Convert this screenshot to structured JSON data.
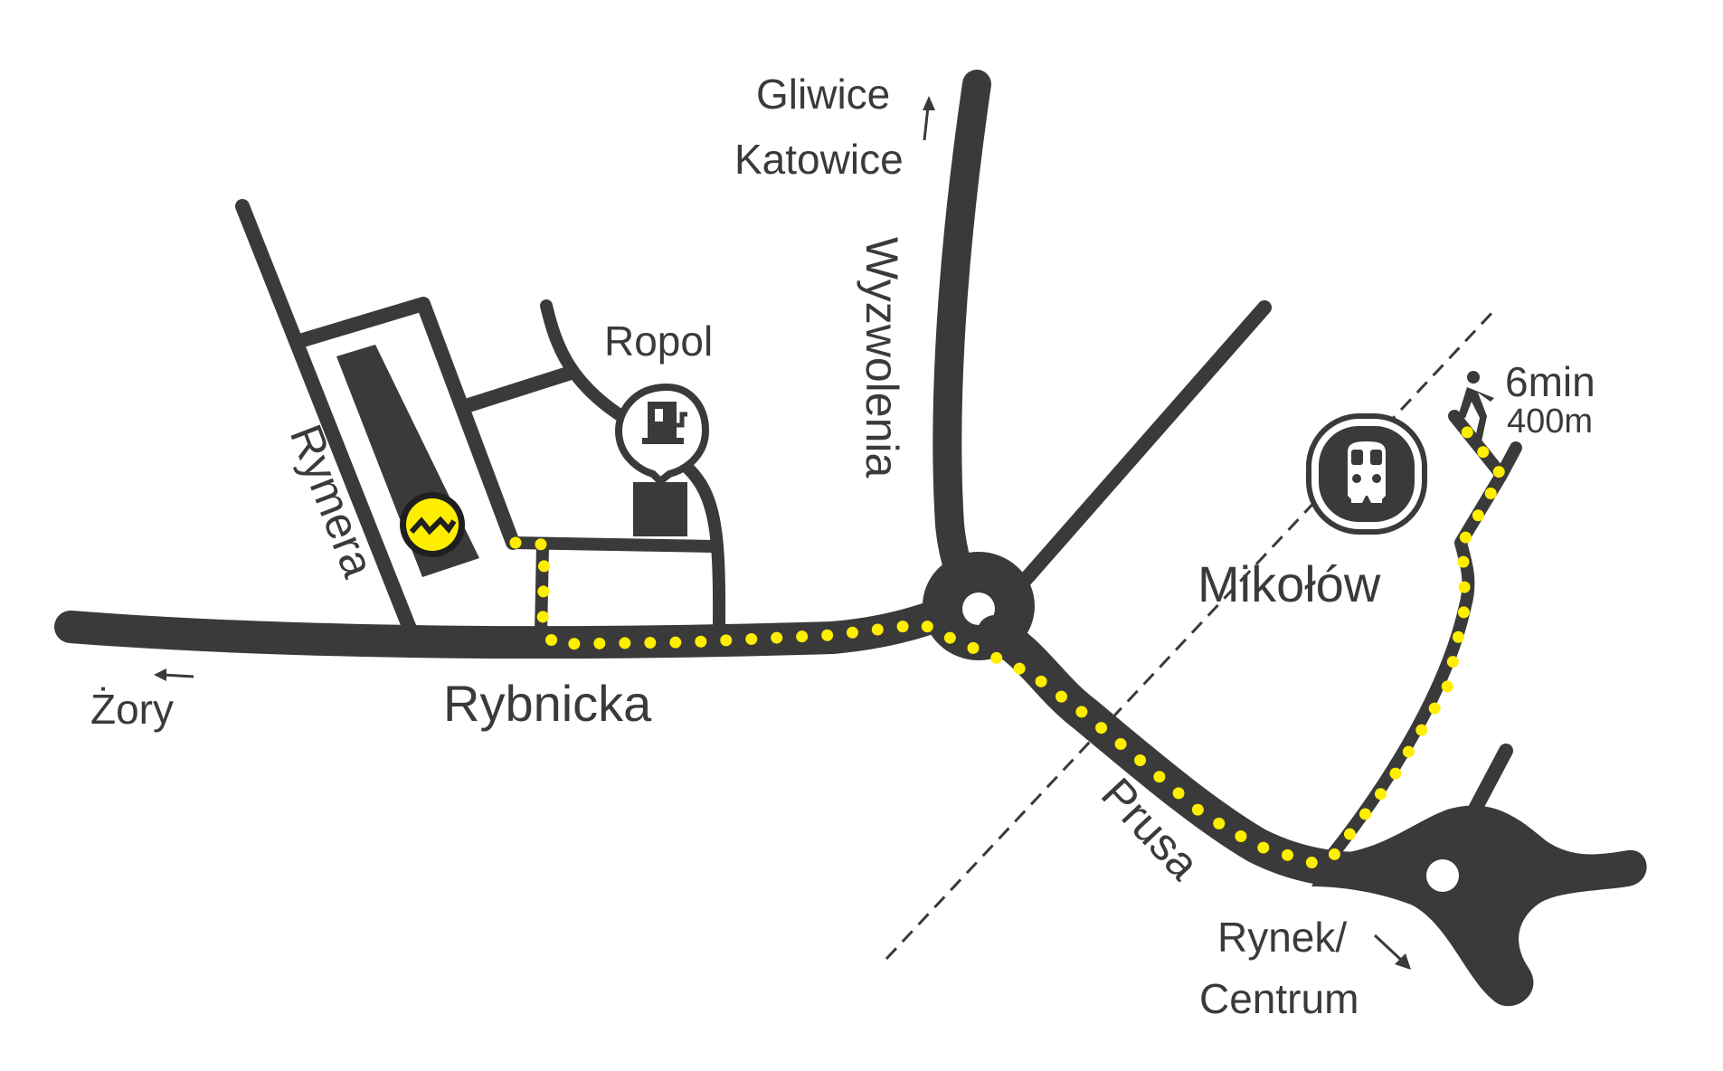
{
  "map": {
    "title": "Mikołów access map",
    "colors": {
      "road": "#3a3a3a",
      "route": "#ffee00",
      "background": "#ffffff"
    },
    "streets": {
      "rybnicka": "Rybnicka",
      "rymera": "Rymera",
      "wyzwolenia": "Wyzwolenia",
      "prusa": "Prusa"
    },
    "destinations": {
      "zory": "Żory",
      "gliwice": "Gliwice",
      "katowice": "Katowice",
      "rynek": "Rynek/",
      "centrum": "Centrum"
    },
    "places": {
      "ropol": "Ropol",
      "mikolow": "Mikołów"
    },
    "walk": {
      "time": "6min",
      "distance": "400m"
    },
    "icons": {
      "destination": "company-logo-icon",
      "fuel": "fuel-station-icon",
      "station": "train-station-icon",
      "walker": "pedestrian-icon"
    }
  }
}
